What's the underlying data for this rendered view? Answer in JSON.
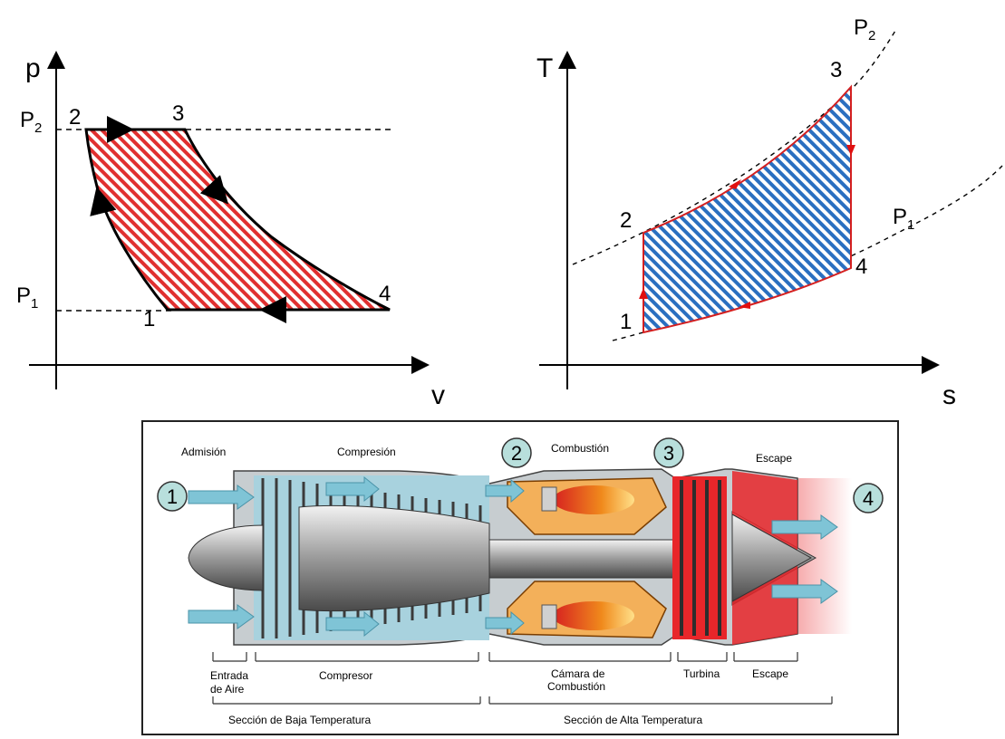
{
  "pv_diagram": {
    "y_axis": "p",
    "x_axis": "v",
    "p_high": "P",
    "p_high_sub": "2",
    "p_low": "P",
    "p_low_sub": "1",
    "points": [
      "1",
      "2",
      "3",
      "4"
    ]
  },
  "ts_diagram": {
    "y_axis": "T",
    "x_axis": "s",
    "isobar_high": "P",
    "isobar_high_sub": "2",
    "isobar_low": "P",
    "isobar_low_sub": "1",
    "points": [
      "1",
      "2",
      "3",
      "4"
    ]
  },
  "engine": {
    "stages": [
      "Admisión",
      "Compresión",
      "Combustión",
      "Escape"
    ],
    "stations": [
      "1",
      "2",
      "3",
      "4"
    ],
    "components": {
      "intake_l1": "Entrada",
      "intake_l2": "de Aire",
      "compressor": "Compresor",
      "chamber_l1": "Cámara de",
      "chamber_l2": "Combustión",
      "turbine": "Turbina",
      "exhaust": "Escape"
    },
    "sections": {
      "low": "Sección de Baja Temperatura",
      "high": "Sección de Alta Temperatura"
    },
    "colors": {
      "pv_fill": "#e03030",
      "ts_fill": "#2a6fc0",
      "hot": "#e8262a",
      "flame": "#f08a1c",
      "arrow": "#7fc4d6"
    }
  }
}
